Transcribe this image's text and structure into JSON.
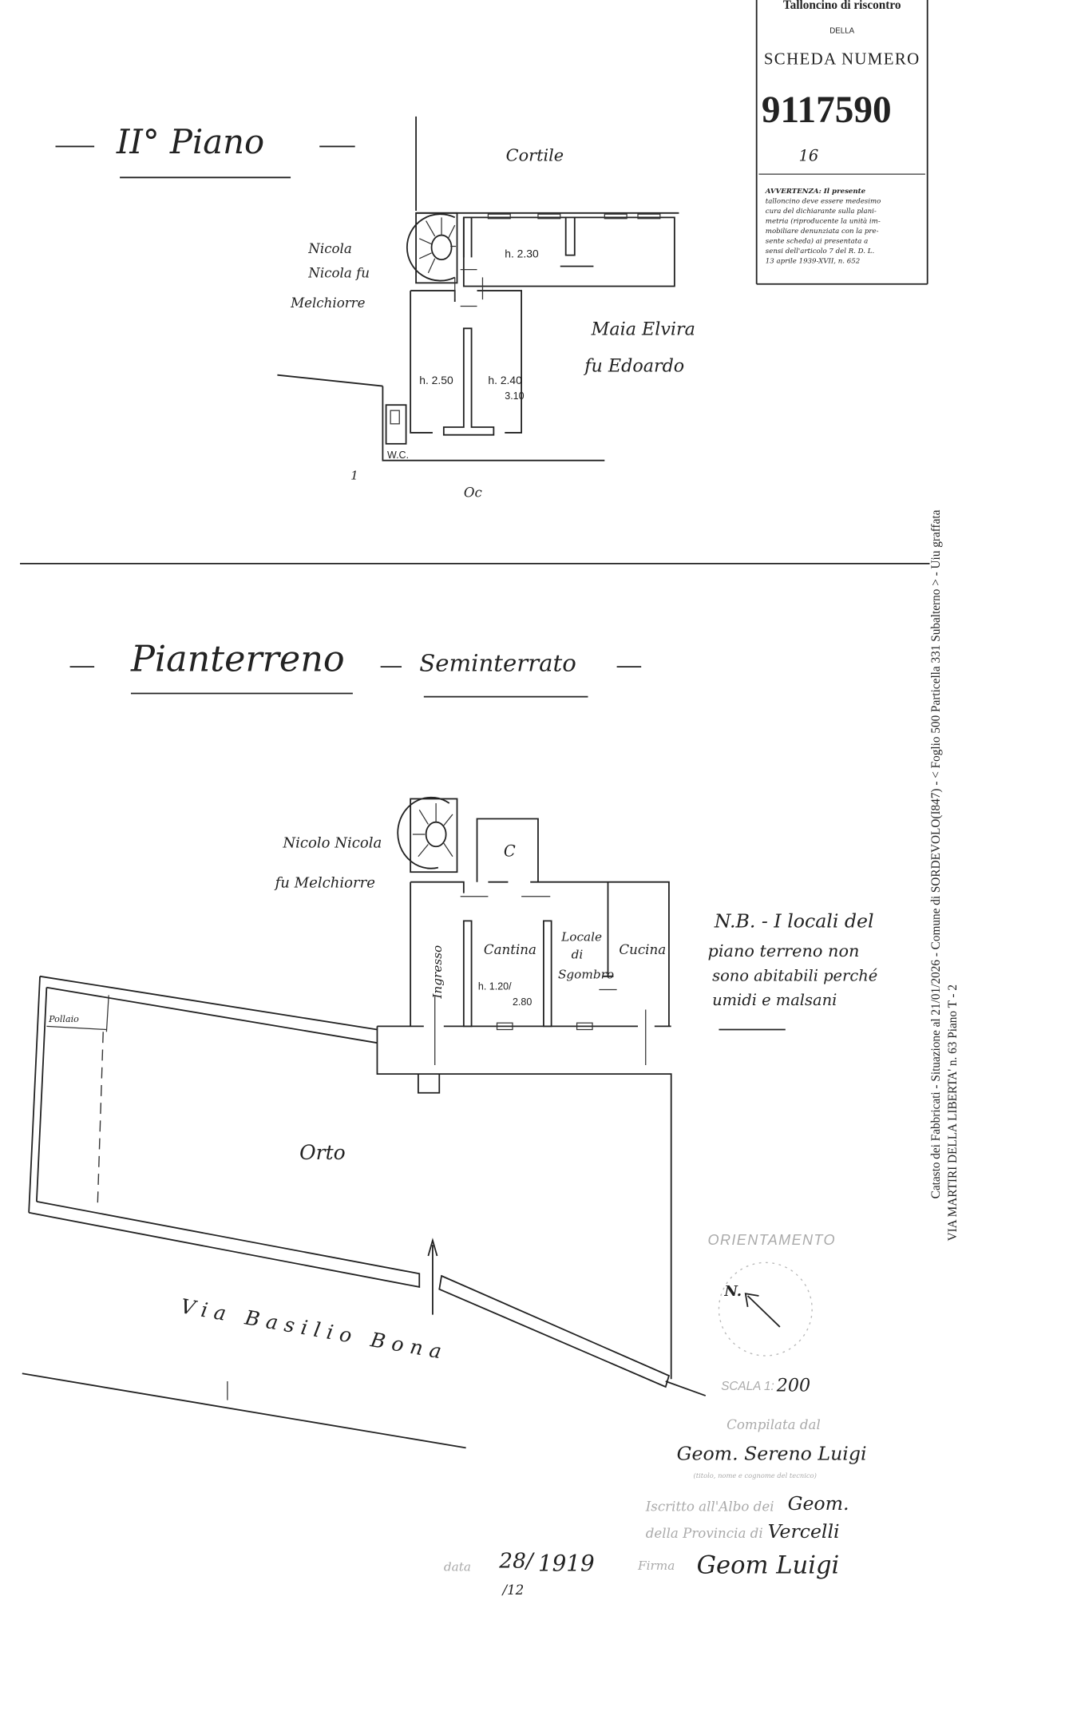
{
  "stamp": {
    "header": "Talloncino di riscontro",
    "della": "DELLA",
    "title": "SCHEDA NUMERO",
    "number": "9117590",
    "sub_number": "16",
    "warning": [
      "AVVERTENZA: Il presente",
      "talloncino deve essere medesimo",
      "cura del dichiarante sulla plani-",
      "metria (riproducente la unità im-",
      "mobiliare denunziata con la pre-",
      "sente scheda) ai presentata a",
      "sensi dell'articolo 7 del R. D. L.",
      "13 aprile 1939-XVII, n. 652"
    ]
  },
  "upper_floor": {
    "title": "II° Piano",
    "labels": {
      "courtyard": "Cortile",
      "neighbor_left_1": "Nicola",
      "neighbor_left_2": "Nicola fu",
      "neighbor_left_3": "Melchiorre",
      "neighbor_right_1": "Maia Elvira",
      "neighbor_right_2": "fu Edoardo",
      "height_1": "h. 2.30",
      "height_2": "h. 2.50",
      "height_3": "h. 2.40",
      "height_3b": "3.10",
      "wc": "W.C.",
      "south": "Oc",
      "mark": "1"
    }
  },
  "ground_floor": {
    "title_1": "Pianterreno",
    "title_2": "Seminterrato",
    "labels": {
      "neighbor_1": "Nicolo Nicola",
      "neighbor_2": "fu Melchiorre",
      "room_c": "C",
      "entrance": "Ingresso",
      "cellar": "Cantina",
      "cellar_height_1": "h. 1.20/",
      "cellar_height_2": "2.80",
      "storage_1": "Locale",
      "storage_2": "di",
      "storage_3": "Sgombro",
      "kitchen": "Cucina",
      "henhouse": "Pollaio",
      "garden": "Orto",
      "street": "Via Basilio Bona"
    }
  },
  "note": [
    "N.B. - I locali del",
    "piano terreno non",
    "sono abitabili perché",
    "umidi e malsani"
  ],
  "footer": {
    "orientation": "ORIENTAMENTO",
    "north": "N.",
    "scale_label": "SCALA 1:",
    "scale_value": "200",
    "compiled_by": "Compilata dal",
    "surveyor": "Geom. Sereno Luigi",
    "title_hint": "(titolo, nome e cognome del tecnico)",
    "register_label": "Iscritto all'Albo dei",
    "register_value": "Geom.",
    "province_label": "della Provincia di",
    "province_value": "Vercelli",
    "signature_label": "Firma",
    "signature": "Geom Luigi",
    "date_label": "data",
    "date_day": "28/",
    "date_month": "/12",
    "date_year": "1919"
  },
  "side_info": {
    "line_1": "Catasto dei Fabbricati - Situazione al 21/01/2026 - Comune di SORDEVOLO(I847) - < Foglio 500 Particella 331 Subalterno > - Uiu graffata",
    "line_2": "VIA MARTIRI DELLA LIBERTA' n. 63 Piano T - 2"
  }
}
